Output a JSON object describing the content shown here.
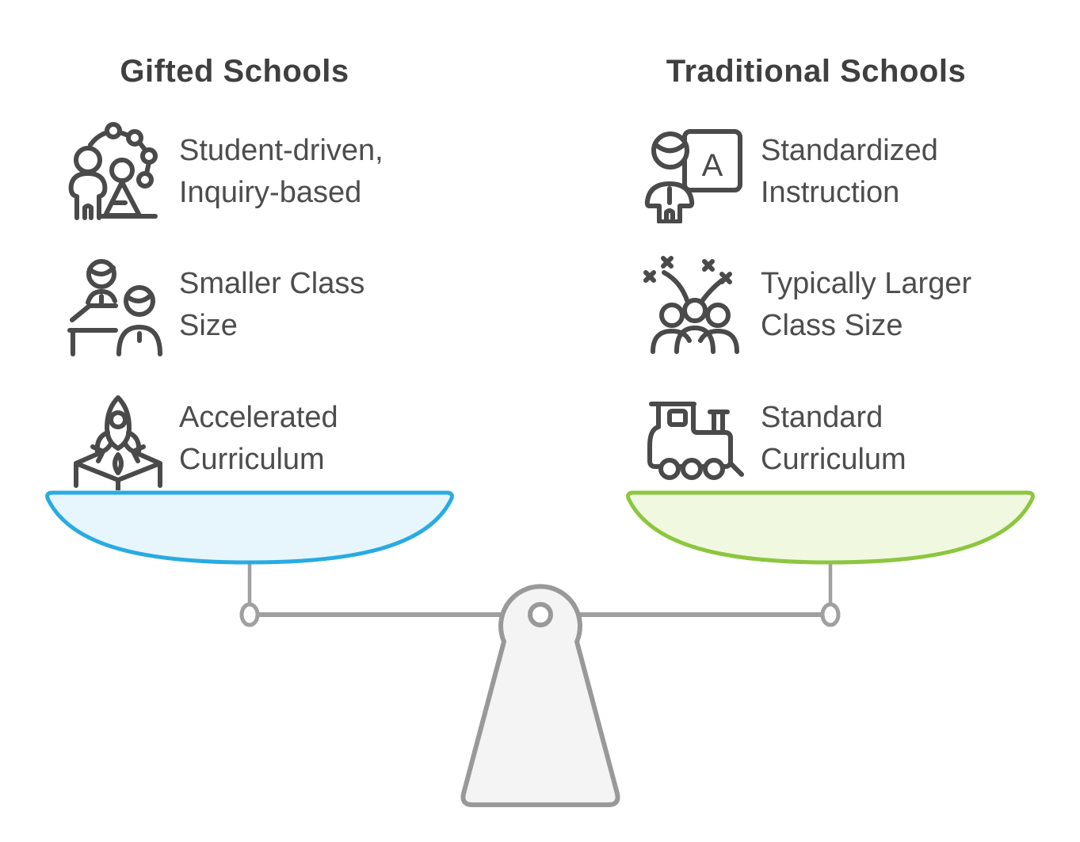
{
  "colors": {
    "background": "#ffffff",
    "heading": "#3f3f3f",
    "text": "#4d4d4d",
    "icon_stroke": "#4a4a4a",
    "pan_left_stroke": "#29abe2",
    "pan_left_fill": "#e7f6fc",
    "pan_right_stroke": "#8cc63f",
    "pan_right_fill": "#f0f9df",
    "scale_gray": "#a0a0a0",
    "pedestal_fill": "#f4f4f4",
    "pedestal_stroke": "#999999"
  },
  "left_column": {
    "title": "Gifted Schools",
    "items": [
      {
        "icon": "student-network-icon",
        "line1": "Student-driven,",
        "line2": "Inquiry-based"
      },
      {
        "icon": "teacher-desk-icon",
        "line1": "Smaller Class",
        "line2": "Size"
      },
      {
        "icon": "rocket-launch-icon",
        "line1": "Accelerated",
        "line2": "Curriculum"
      }
    ]
  },
  "right_column": {
    "title": "Traditional Schools",
    "items": [
      {
        "icon": "teacher-board-icon",
        "line1": "Standardized",
        "line2": "Instruction"
      },
      {
        "icon": "crowd-confetti-icon",
        "line1": "Typically Larger",
        "line2": "Class Size"
      },
      {
        "icon": "train-icon",
        "line1": "Standard",
        "line2": "Curriculum"
      }
    ]
  },
  "board_letter": "A"
}
